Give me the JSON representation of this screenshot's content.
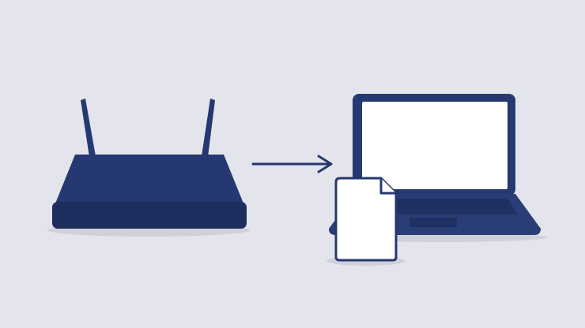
{
  "diagram": {
    "nodes": [
      {
        "id": "router",
        "kind": "router",
        "icon": "wifi-router-icon"
      },
      {
        "id": "laptop",
        "kind": "laptop",
        "icon": "laptop-icon"
      },
      {
        "id": "file",
        "kind": "document",
        "icon": "document-icon"
      }
    ],
    "edges": [
      {
        "from": "router",
        "to": "laptop",
        "style": "arrow"
      }
    ]
  },
  "colors": {
    "background": "#e4e5ec",
    "primary": "#253871",
    "primary_dark": "#1d2d5e",
    "shadow": "#cfd0da",
    "screen": "#ffffff",
    "laptop_base": "#2a3d76",
    "keyboard_area": "#1f3062"
  }
}
